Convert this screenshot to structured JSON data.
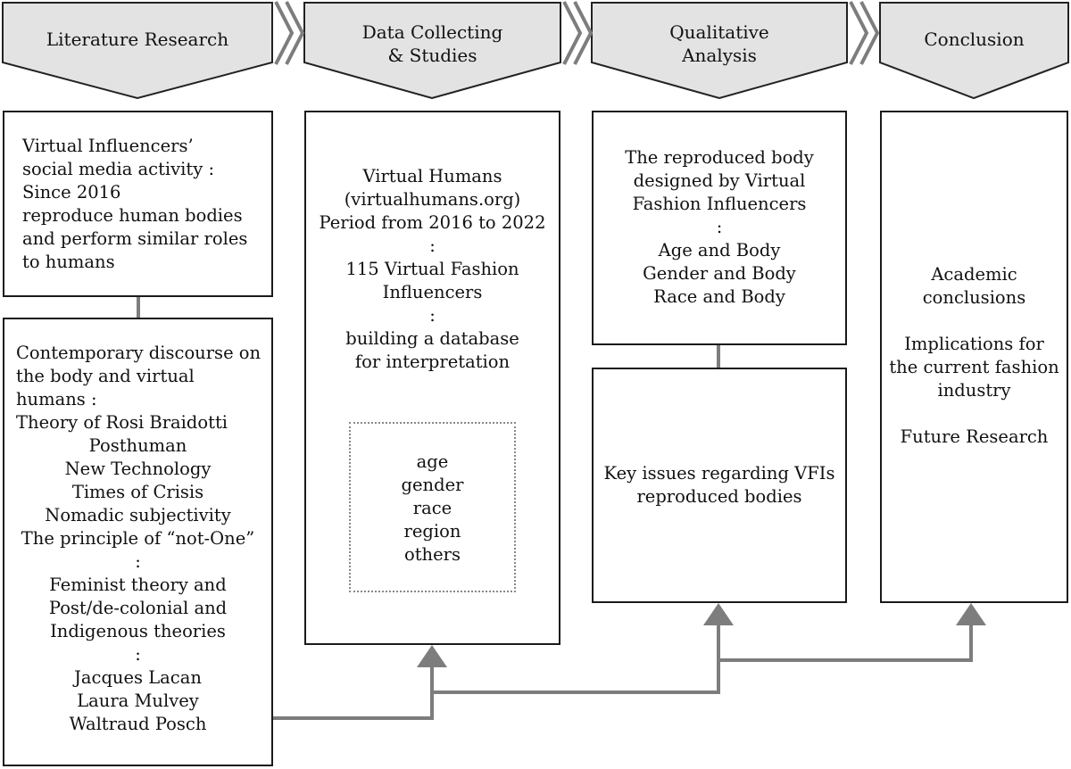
{
  "stages": [
    {
      "label_lines": [
        "Literature Research"
      ]
    },
    {
      "label_lines": [
        "Data Collecting",
        "& Studies"
      ]
    },
    {
      "label_lines": [
        "Qualitative",
        "Analysis"
      ]
    },
    {
      "label_lines": [
        "Conclusion"
      ]
    }
  ],
  "boxes": {
    "lit_top": [
      "Virtual Influencers’",
      "social media activity :",
      "Since 2016",
      "reproduce human bodies",
      "and perform similar roles",
      "to humans"
    ],
    "lit_bottom_left": [
      "Contemporary discourse on",
      "the body and virtual",
      "humans :",
      "Theory of Rosi Braidotti"
    ],
    "lit_bottom_center": [
      "Posthuman",
      "New Technology",
      "Times of Crisis",
      "Nomadic subjectivity",
      "The principle of “not-One”",
      ":",
      "Feminist theory and",
      "Post/de-colonial and",
      "Indigenous theories",
      ":",
      "Jacques Lacan",
      "Laura Mulvey",
      "Waltraud Posch"
    ],
    "data_main": [
      "Virtual Humans",
      "(virtualhumans.org)",
      "Period from 2016 to 2022",
      ":",
      "115 Virtual Fashion",
      "Influencers",
      ":",
      "building a database",
      "for interpretation"
    ],
    "data_categories": [
      "age",
      "gender",
      "race",
      "region",
      "others"
    ],
    "qual_top": [
      "The reproduced body",
      "designed by Virtual",
      "Fashion Influencers",
      ":",
      "Age and Body",
      "Gender and Body",
      "Race and Body"
    ],
    "qual_bottom": [
      "Key issues regarding VFIs",
      "reproduced bodies"
    ],
    "conclusion": [
      "Academic",
      "conclusions",
      "",
      "Implications for",
      "the current fashion",
      "industry",
      "",
      "Future Research"
    ]
  }
}
